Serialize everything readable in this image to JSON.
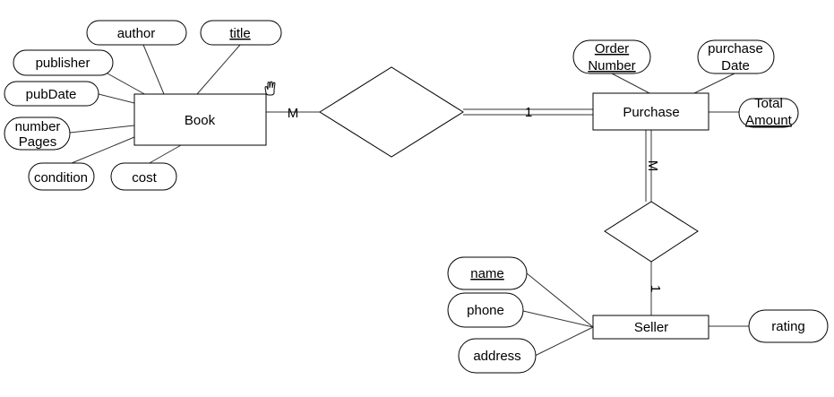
{
  "entities": {
    "book": "Book",
    "purchase": "Purchase",
    "seller": "Seller"
  },
  "attributes": {
    "author": "author",
    "title": "title",
    "publisher": "publisher",
    "pubDate": "pubDate",
    "numberPages_1": "number",
    "numberPages_2": "Pages",
    "condition": "condition",
    "cost": "cost",
    "orderNumber_1": "Order",
    "orderNumber_2": "Number",
    "purchaseDate_1": "purchase",
    "purchaseDate_2": "Date",
    "totalAmount_1": "Total",
    "totalAmount_2": "Amount",
    "name": "name",
    "phone": "phone",
    "address": "address",
    "rating": "rating"
  },
  "cardinalities": {
    "book_side": "M",
    "purchase_side": "1",
    "purchase_seller": "M",
    "seller_side": "1"
  },
  "keys": [
    "title",
    "Order Number",
    "name"
  ]
}
